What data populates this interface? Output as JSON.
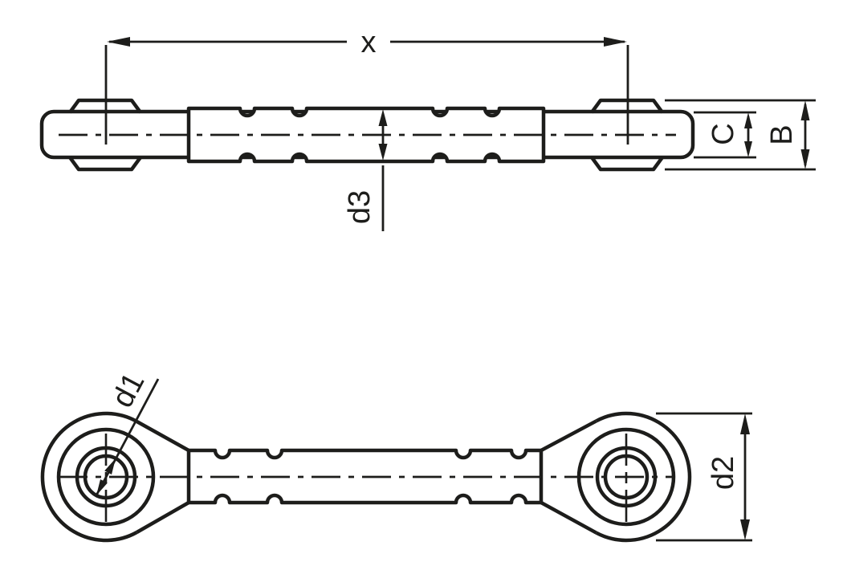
{
  "drawing": {
    "background_color": "#ffffff",
    "line_color": "#1d1d1b",
    "labels": {
      "dim_x": "x",
      "dim_d3": "d3",
      "dim_c": "C",
      "dim_b": "B",
      "dim_d1": "d1",
      "dim_d2": "d2"
    }
  }
}
